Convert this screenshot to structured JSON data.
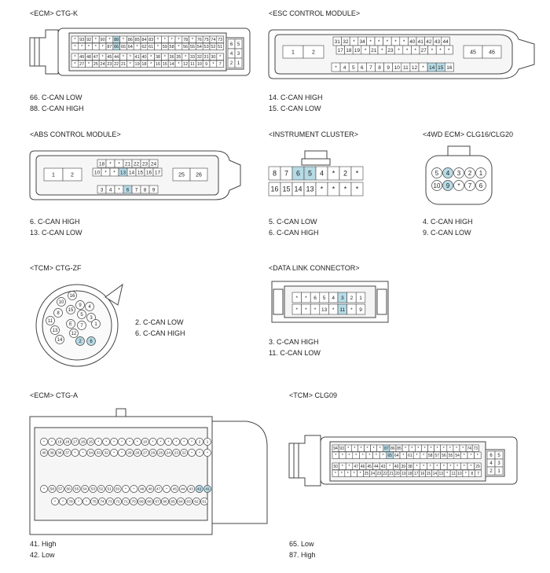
{
  "sections": {
    "ecm_ctgk": {
      "title": "<ECM> CTG-K",
      "notes": [
        "66. C-CAN LOW",
        "88. C-CAN HIGH"
      ],
      "row1": [
        "*",
        "93",
        "92",
        "*",
        "90",
        "*",
        "88",
        "*",
        "86",
        "85",
        "84",
        "83",
        "*",
        "*",
        "*",
        "*",
        "78",
        "*",
        "76",
        "75",
        "74",
        "73"
      ],
      "row2": [
        "*",
        "*",
        "*",
        "*",
        "*",
        "87",
        "66",
        "65",
        "64",
        "*",
        "62",
        "61",
        "*",
        "59",
        "58",
        "*",
        "56",
        "55",
        "54",
        "53",
        "52",
        "51"
      ],
      "row3": [
        "*",
        "49",
        "48",
        "47",
        "*",
        "45",
        "44",
        "*",
        "*",
        "41",
        "40",
        "*",
        "38",
        "*",
        "36",
        "35",
        "*",
        "33",
        "32",
        "31",
        "30",
        "*"
      ],
      "row4": [
        "*",
        "27",
        "*",
        "25",
        "24",
        "23",
        "22",
        "21",
        "*",
        "19",
        "18",
        "*",
        "16",
        "15",
        "14",
        "*",
        "12",
        "11",
        "10",
        "9",
        "*",
        "7"
      ],
      "side": [
        "6",
        "5",
        "4",
        "3",
        "2",
        "1"
      ]
    },
    "esc": {
      "title": "<ESC CONTROL MODULE>",
      "notes": [
        "14. C-CAN HIGH",
        "15. C-CAN LOW"
      ],
      "big_left": [
        "1",
        "2"
      ],
      "big_right": [
        "45",
        "46"
      ],
      "row1": [
        "31",
        "32",
        "*",
        "34",
        "*",
        "*",
        "*",
        "*",
        "*",
        "40",
        "41",
        "42",
        "43",
        "44"
      ],
      "row2": [
        "17",
        "18",
        "19",
        "*",
        "21",
        "*",
        "23",
        "*",
        "*",
        "*",
        "27",
        "*",
        "*",
        "*"
      ],
      "row3": [
        "*",
        "4",
        "5",
        "6",
        "7",
        "8",
        "9",
        "10",
        "11",
        "12",
        "*",
        "14",
        "15",
        "16"
      ]
    },
    "abs": {
      "title": "<ABS CONTROL MODULE>",
      "notes": [
        "6. C-CAN HIGH",
        "13. C-CAN LOW"
      ],
      "big_left": [
        "1",
        "2"
      ],
      "big_right": [
        "25",
        "26"
      ],
      "row1": [
        "18",
        "*",
        "*",
        "21",
        "22",
        "23",
        "24"
      ],
      "row2": [
        "10",
        "*",
        "*",
        "13",
        "14",
        "15",
        "16",
        "17"
      ],
      "row3": [
        "3",
        "4",
        "*",
        "6",
        "7",
        "8",
        "9"
      ]
    },
    "cluster": {
      "title": "<INSTRUMENT CLUSTER>",
      "notes": [
        "5. C-CAN LOW",
        "6. C-CAN HIGH"
      ],
      "row1": [
        "8",
        "7",
        "6",
        "5",
        "4",
        "*",
        "2",
        "*"
      ],
      "row2": [
        "16",
        "15",
        "14",
        "13",
        "*",
        "*",
        "*",
        "*"
      ]
    },
    "wd4": {
      "title": "<4WD ECM> CLG16/CLG20",
      "notes": [
        "4. C-CAN HIGH",
        "9. C-CAN LOW"
      ],
      "row1": [
        "5",
        "4",
        "3",
        "2",
        "1"
      ],
      "row2": [
        "10",
        "9",
        "*",
        "7",
        "6"
      ]
    },
    "tcm_zf": {
      "title": "<TCM> CTG-ZF",
      "notes": [
        "2. C-CAN LOW",
        "6. C-CAN HIGH"
      ],
      "pins": [
        "16",
        "10",
        "15",
        "9",
        "4",
        "5",
        "8",
        "3",
        "1",
        "11",
        "E",
        "7",
        "13",
        "12",
        "14",
        "2",
        "6"
      ]
    },
    "dlc": {
      "title": "<DATA LINK CONNECTOR>",
      "notes": [
        "3. C-CAN HIGH",
        "11. C-CAN LOW"
      ],
      "row1": [
        "*",
        "*",
        "6",
        "5",
        "4",
        "3",
        "2",
        "1"
      ],
      "row2": [
        "*",
        "*",
        "*",
        "13",
        "*",
        "11",
        "*",
        "9"
      ]
    },
    "ecm_ctga": {
      "title": "<ECM> CTG-A",
      "notes": [
        "41. High",
        "42. Low"
      ],
      "row1": [
        "*",
        "*",
        "19",
        "18",
        "17",
        "16",
        "15",
        "*",
        "*",
        "*",
        "*",
        "*",
        "*",
        "10",
        "*",
        "*",
        "*",
        "*",
        "*",
        "*",
        "2",
        "1"
      ],
      "row2": [
        "40",
        "39",
        "38",
        "37",
        "*",
        "*",
        "34",
        "33",
        "32",
        "*",
        "*",
        "29",
        "28",
        "27",
        "26",
        "25",
        "24",
        "23",
        "22",
        "*",
        "*",
        "*"
      ],
      "row3": [
        "*",
        "58",
        "57",
        "56",
        "55",
        "54",
        "53",
        "52",
        "51",
        "50",
        "*",
        "*",
        "49",
        "48",
        "47",
        "*",
        "45",
        "44",
        "43",
        "42",
        "41"
      ],
      "row4": [
        "*",
        "*",
        "78",
        "*",
        "*",
        "75",
        "74",
        "73",
        "72",
        "71",
        "70",
        "69",
        "68",
        "67",
        "66",
        "65",
        "64",
        "63",
        "62",
        "61"
      ]
    },
    "tcm_clg09": {
      "title": "<TCM> CLG09",
      "notes": [
        "65. Low",
        "87. High"
      ],
      "row1": [
        "94",
        "93",
        "*",
        "*",
        "*",
        "*",
        "*",
        "*",
        "87",
        "86",
        "85",
        "*",
        "*",
        "*",
        "*",
        "*",
        "*",
        "*",
        "*",
        "*",
        "*",
        "74",
        "73"
      ],
      "row2": [
        "*",
        "*",
        "*",
        "*",
        "*",
        "*",
        "*",
        "*",
        "65",
        "64",
        "*",
        "61",
        "*",
        "*",
        "58",
        "57",
        "56",
        "55",
        "54",
        "*",
        "*",
        "*"
      ],
      "row3": [
        "50",
        "*",
        "*",
        "47",
        "46",
        "45",
        "44",
        "43",
        "*",
        "40",
        "39",
        "38",
        "*",
        "*",
        "*",
        "*",
        "*",
        "*",
        "*",
        "*",
        "*",
        "29"
      ],
      "row4": [
        "*",
        "*",
        "*",
        "*",
        "*",
        "25",
        "24",
        "23",
        "22",
        "21",
        "20",
        "19",
        "18",
        "17",
        "16",
        "15",
        "14",
        "13",
        "*",
        "11",
        "10",
        "*",
        "8",
        "7"
      ],
      "side": [
        "6",
        "5",
        "4",
        "3",
        "2",
        "1"
      ]
    }
  },
  "colors": {
    "highlight": "#b6dbe6",
    "line": "#444444",
    "fill": "#eef0f0"
  }
}
